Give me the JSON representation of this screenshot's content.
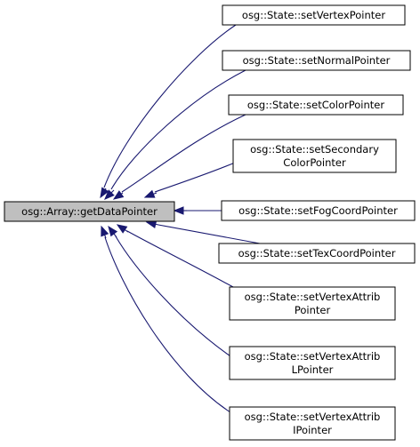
{
  "diagram": {
    "type": "call-graph",
    "edge_color": "#191970",
    "root_fill": "#bfbfbf",
    "root": {
      "id": "root",
      "lines": [
        "osg::Array::getDataPointer"
      ]
    },
    "callers": [
      {
        "id": "setVertexPointer",
        "lines": [
          "osg::State::setVertexPointer"
        ]
      },
      {
        "id": "setNormalPointer",
        "lines": [
          "osg::State::setNormalPointer"
        ]
      },
      {
        "id": "setColorPointer",
        "lines": [
          "osg::State::setColorPointer"
        ]
      },
      {
        "id": "setSecondaryColorPointer",
        "lines": [
          "osg::State::setSecondary",
          "ColorPointer"
        ]
      },
      {
        "id": "setFogCoordPointer",
        "lines": [
          "osg::State::setFogCoordPointer"
        ]
      },
      {
        "id": "setTexCoordPointer",
        "lines": [
          "osg::State::setTexCoordPointer"
        ]
      },
      {
        "id": "setVertexAttribPointer",
        "lines": [
          "osg::State::setVertexAttrib",
          "Pointer"
        ]
      },
      {
        "id": "setVertexAttribLPointer",
        "lines": [
          "osg::State::setVertexAttrib",
          "LPointer"
        ]
      },
      {
        "id": "setVertexAttribIPointer",
        "lines": [
          "osg::State::setVertexAttrib",
          "IPointer"
        ]
      }
    ]
  }
}
